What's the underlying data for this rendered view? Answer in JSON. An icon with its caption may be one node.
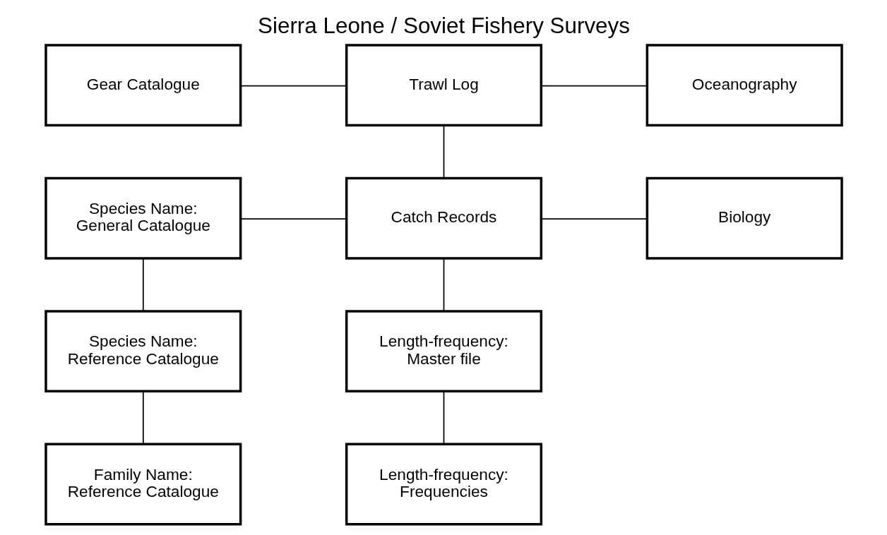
{
  "diagram": {
    "title": "Sierra Leone / Soviet Fishery Surveys",
    "nodes": [
      {
        "text": [
          "Gear Catalogue"
        ]
      },
      {
        "text": [
          "Trawl Log"
        ]
      },
      {
        "text": [
          "Oceanography"
        ]
      },
      {
        "text": [
          "Species Name:",
          "General Catalogue"
        ]
      },
      {
        "text": [
          "Catch Records"
        ]
      },
      {
        "text": [
          "Biology"
        ]
      },
      {
        "text": [
          "Species Name:",
          "Reference Catalogue"
        ]
      },
      {
        "text": [
          "Length-frequency:",
          "Master file"
        ]
      },
      {
        "text": [
          "Family Name:",
          "Reference Catalogue"
        ]
      },
      {
        "text": [
          "Length-frequency:",
          "Frequencies"
        ]
      }
    ],
    "edges": [
      {
        "from": 0,
        "to": 1,
        "arrow": "none"
      },
      {
        "from": 1,
        "to": 2,
        "arrow": "none"
      },
      {
        "from": 1,
        "to": 4,
        "arrow": "none"
      },
      {
        "from": 3,
        "to": 4,
        "arrow": "none"
      },
      {
        "from": 4,
        "to": 5,
        "arrow": "none"
      },
      {
        "from": 4,
        "to": 7,
        "arrow": "none"
      },
      {
        "from": 3,
        "to": 6,
        "arrow": "none"
      },
      {
        "from": 6,
        "to": 8,
        "arrow": "none"
      },
      {
        "from": 7,
        "to": 9,
        "arrow": "none"
      }
    ]
  }
}
